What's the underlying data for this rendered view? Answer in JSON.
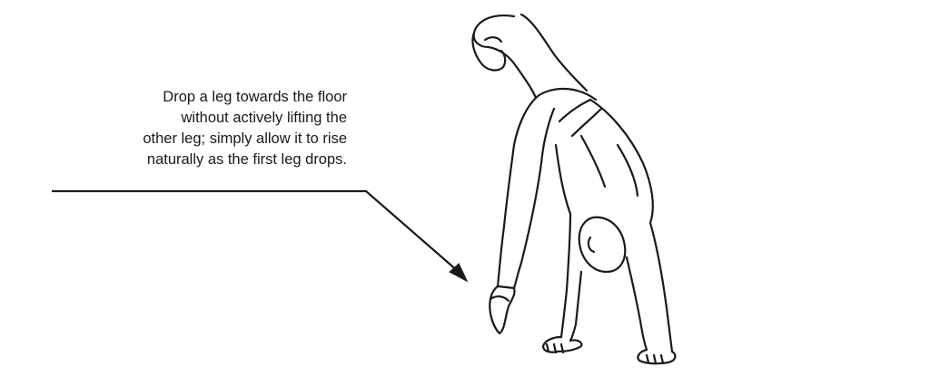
{
  "caption": {
    "lines": [
      "Drop a leg towards the floor",
      "without actively lifting the",
      "other leg; simply allow it to rise",
      "naturally as the first leg drops."
    ]
  },
  "colors": {
    "ink": "#1a1a1a",
    "background": "#ffffff"
  }
}
